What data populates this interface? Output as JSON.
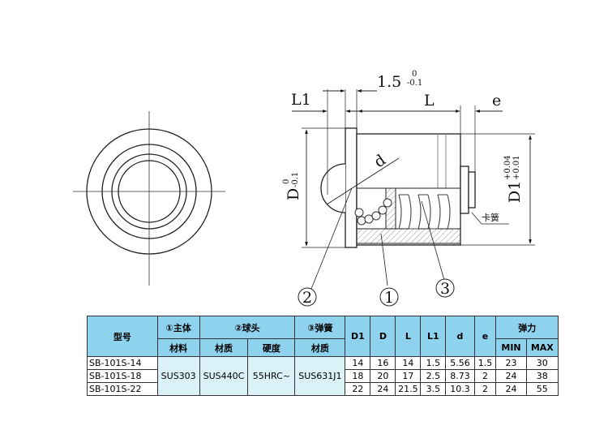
{
  "drawing": {
    "dims": {
      "L1": "L1",
      "offset_main": "1.5",
      "offset_upper": "0",
      "offset_lower": "-0.1",
      "L": "L",
      "e": "e",
      "d": "d",
      "D_main": "D",
      "D_upper": "0",
      "D_lower": "-0.1",
      "D1_main": "D1",
      "D1_upper": "+0.04",
      "D1_lower": "+0.01"
    },
    "clip_label": "卡簧",
    "callouts": [
      "2",
      "1",
      "3"
    ]
  },
  "table": {
    "header": {
      "model": "型号",
      "body": "①主体",
      "ball": "②球头",
      "spring": "③弹簧",
      "D1": "D1",
      "D": "D",
      "L": "L",
      "L1": "L1",
      "d": "d",
      "e": "e",
      "force": "弹力",
      "body_material": "材料",
      "ball_material": "材质",
      "ball_hardness": "硬度",
      "spring_material": "材质",
      "min": "MIN",
      "max": "MAX"
    },
    "materials": {
      "body": "SUS303",
      "ball": "SUS440C",
      "hardness": "55HRC~",
      "spring": "SUS631J1"
    },
    "rows": [
      {
        "model": "SB-101S-14",
        "D1": "14",
        "D": "16",
        "L": "14",
        "L1": "1.5",
        "d": "5.56",
        "e": "1.5",
        "min": "23",
        "max": "30"
      },
      {
        "model": "SB-101S-18",
        "D1": "18",
        "D": "20",
        "L": "17",
        "L1": "2.5",
        "d": "8.73",
        "e": "2",
        "min": "24",
        "max": "38"
      },
      {
        "model": "SB-101S-22",
        "D1": "22",
        "D": "24",
        "L": "21.5",
        "L1": "3.5",
        "d": "10.3",
        "e": "2",
        "min": "24",
        "max": "55"
      }
    ]
  }
}
